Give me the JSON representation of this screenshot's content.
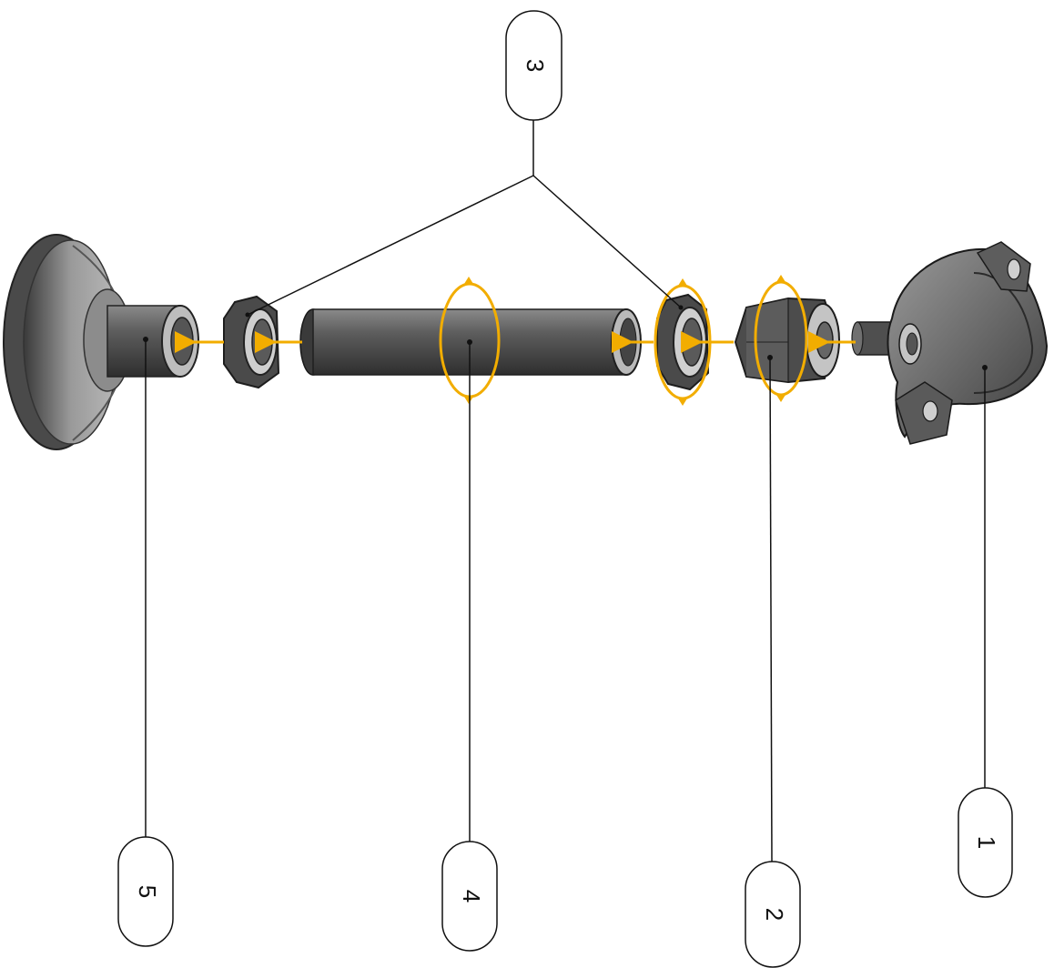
{
  "callouts": {
    "c1": "1",
    "c2": "2",
    "c3": "3",
    "c4": "4",
    "c5": "5"
  },
  "colors": {
    "arrow": "#f2ad00",
    "part_dark": "#3d3d3d",
    "part_mid": "#6b6b6b",
    "part_light": "#a8a8a8",
    "leader": "#111111"
  },
  "icons": [
    "suction-base",
    "lock-nut",
    "extension-tube",
    "coupling-nut",
    "pipe-clamp",
    "push-arrow",
    "rotate-arrow"
  ]
}
